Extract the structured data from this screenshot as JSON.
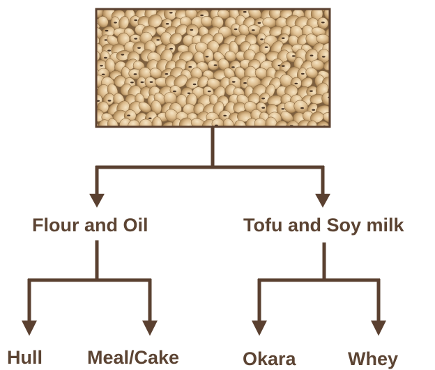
{
  "diagram": {
    "root_image": {
      "depicts": "soybeans",
      "icon": "soybeans-photo"
    },
    "nodes": [
      {
        "id": "flour",
        "label": "Flour and Oil",
        "parent": "root"
      },
      {
        "id": "tofu",
        "label": "Tofu and Soy milk",
        "parent": "root"
      },
      {
        "id": "hull",
        "label": "Hull",
        "parent": "flour"
      },
      {
        "id": "meal",
        "label": "Meal/Cake",
        "parent": "flour"
      },
      {
        "id": "okara",
        "label": "Okara",
        "parent": "tofu"
      },
      {
        "id": "whey",
        "label": "Whey",
        "parent": "tofu"
      }
    ],
    "colors": {
      "line": "#5a4030",
      "text": "#5c4433",
      "bean": "#e2c49a",
      "bean_shadow": "#a27e50",
      "background": "#ffffff"
    }
  }
}
